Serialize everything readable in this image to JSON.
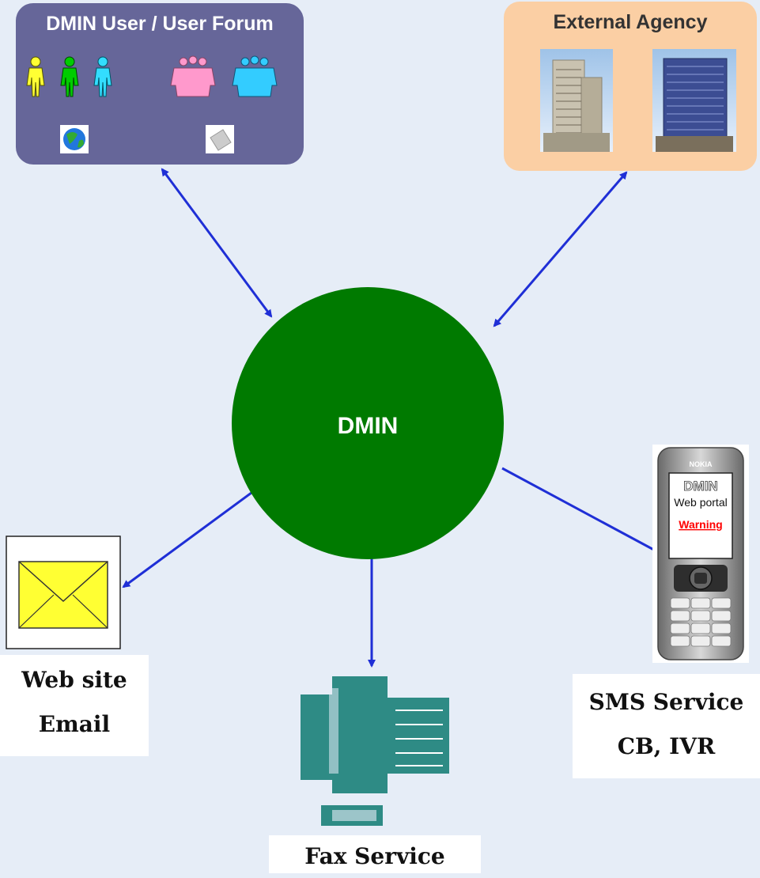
{
  "users_box": {
    "title": "DMIN User / User Forum"
  },
  "agency_box": {
    "title": "External Agency"
  },
  "hub": {
    "label": "DMIN"
  },
  "phone_screen": {
    "line1": "DMIN",
    "line2": "Web portal",
    "line3": "Warning",
    "brand": "NOKIA"
  },
  "web_email": {
    "line1": "Web site",
    "line2": "Email"
  },
  "sms": {
    "line1": "SMS Service",
    "line2": "CB, IVR"
  },
  "fax": {
    "line1": "Fax Service"
  },
  "colors": {
    "background": "#e6edf7",
    "users_box": "#666699",
    "agency_box": "#fbcfa4",
    "hub": "#007a00",
    "arrow": "#1f2fd6",
    "envelope": "#ffff33",
    "fax": "#2e8b85"
  },
  "icons": [
    "person-yellow-icon",
    "person-green-icon",
    "person-cyan-icon",
    "group-pink-icon",
    "group-blue-icon",
    "globe-icon",
    "document-icon",
    "building-icon",
    "envelope-icon",
    "fax-machine-icon",
    "mobile-phone-icon"
  ]
}
